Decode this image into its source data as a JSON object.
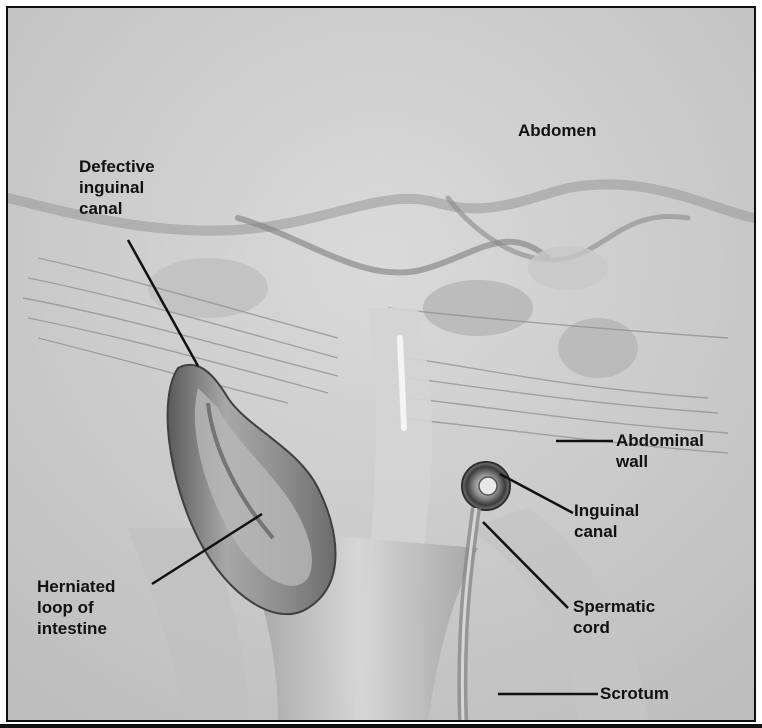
{
  "labels": {
    "abdomen": "Abdomen",
    "defective_inguinal_canal": "Defective\ninguinal\ncanal",
    "abdominal_wall": "Abdominal\nwall",
    "inguinal_canal": "Inguinal\ncanal",
    "herniated_loop": "Herniated\nloop of\nintestine",
    "spermatic_cord": "Spermatic\ncord",
    "scrotum": "Scrotum"
  },
  "colors": {
    "background": "#cfcfcf",
    "tissue_dark": "#6a6a6a",
    "tissue_light": "#e6e6e6",
    "leader_line": "#111111"
  }
}
